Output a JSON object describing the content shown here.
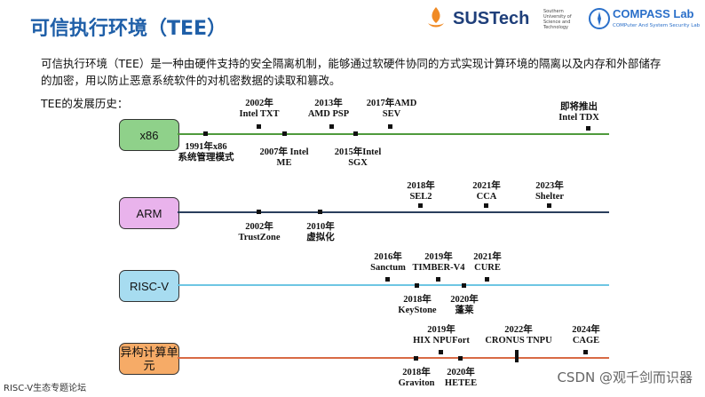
{
  "title": "可信执行环境（TEE）",
  "logos": {
    "sustech": "SUSTech",
    "sustech_sub": "Southern University of Science and Technology",
    "compass": "COMPASS Lab",
    "compass_sub": "COMPuter And System Security Lab"
  },
  "intro": "可信执行环境（TEE）是一种由硬件支持的安全隔离机制，能够通过软硬件协同的方式实现计算环境的隔离以及内存和外部储存的加密，用以防止恶意系统软件的对机密数据的读取和篡改。",
  "history_label": "TEE的发展历史：",
  "tracks": [
    {
      "name": "x86",
      "box_color": "#8fd18a",
      "line_color": "#4f9a3c",
      "events": [
        {
          "lines": [
            "1991年x86",
            "系统管理模式"
          ]
        },
        {
          "lines": [
            "2002年",
            "Intel TXT"
          ]
        },
        {
          "lines": [
            "2007年 Intel",
            "ME"
          ]
        },
        {
          "lines": [
            "2013年",
            "AMD PSP"
          ]
        },
        {
          "lines": [
            "2015年Intel",
            "SGX"
          ]
        },
        {
          "lines": [
            "2017年AMD",
            "SEV"
          ]
        },
        {
          "lines": [
            "即将推出",
            "Intel TDX"
          ]
        }
      ]
    },
    {
      "name": "ARM",
      "box_color": "#e9b3ec",
      "line_color": "#2a3e5c",
      "events": [
        {
          "lines": [
            "2002年",
            "TrustZone"
          ]
        },
        {
          "lines": [
            "2010年",
            "虚拟化"
          ]
        },
        {
          "lines": [
            "2018年",
            "SEL2"
          ]
        },
        {
          "lines": [
            "2021年",
            "CCA"
          ]
        },
        {
          "lines": [
            "2023年",
            "Shelter"
          ]
        }
      ]
    },
    {
      "name": "RISC-V",
      "box_color": "#a7dcf0",
      "line_color": "#6ec6e3",
      "events": [
        {
          "lines": [
            "2016年",
            "Sanctum"
          ]
        },
        {
          "lines": [
            "2018年",
            "KeyStone"
          ]
        },
        {
          "lines": [
            "2019年",
            "TIMBER-V4"
          ]
        },
        {
          "lines": [
            "2020年",
            "蓬莱"
          ]
        },
        {
          "lines": [
            "2021年",
            "CURE"
          ]
        }
      ]
    },
    {
      "name": "异构计算单元",
      "box_color": "#f6ab67",
      "line_color": "#d86a45",
      "events": [
        {
          "lines": [
            "2018年",
            "Graviton"
          ]
        },
        {
          "lines": [
            "2019年",
            "HIX NPUFort"
          ]
        },
        {
          "lines": [
            "2020年",
            "HETEE"
          ]
        },
        {
          "lines": [
            "2022年",
            "CRONUS TNPU"
          ]
        },
        {
          "lines": [
            "2024年",
            "CAGE"
          ]
        }
      ]
    }
  ],
  "footer": "RISC-V生态专题论坛",
  "watermark": "CSDN @观千剑而识器"
}
